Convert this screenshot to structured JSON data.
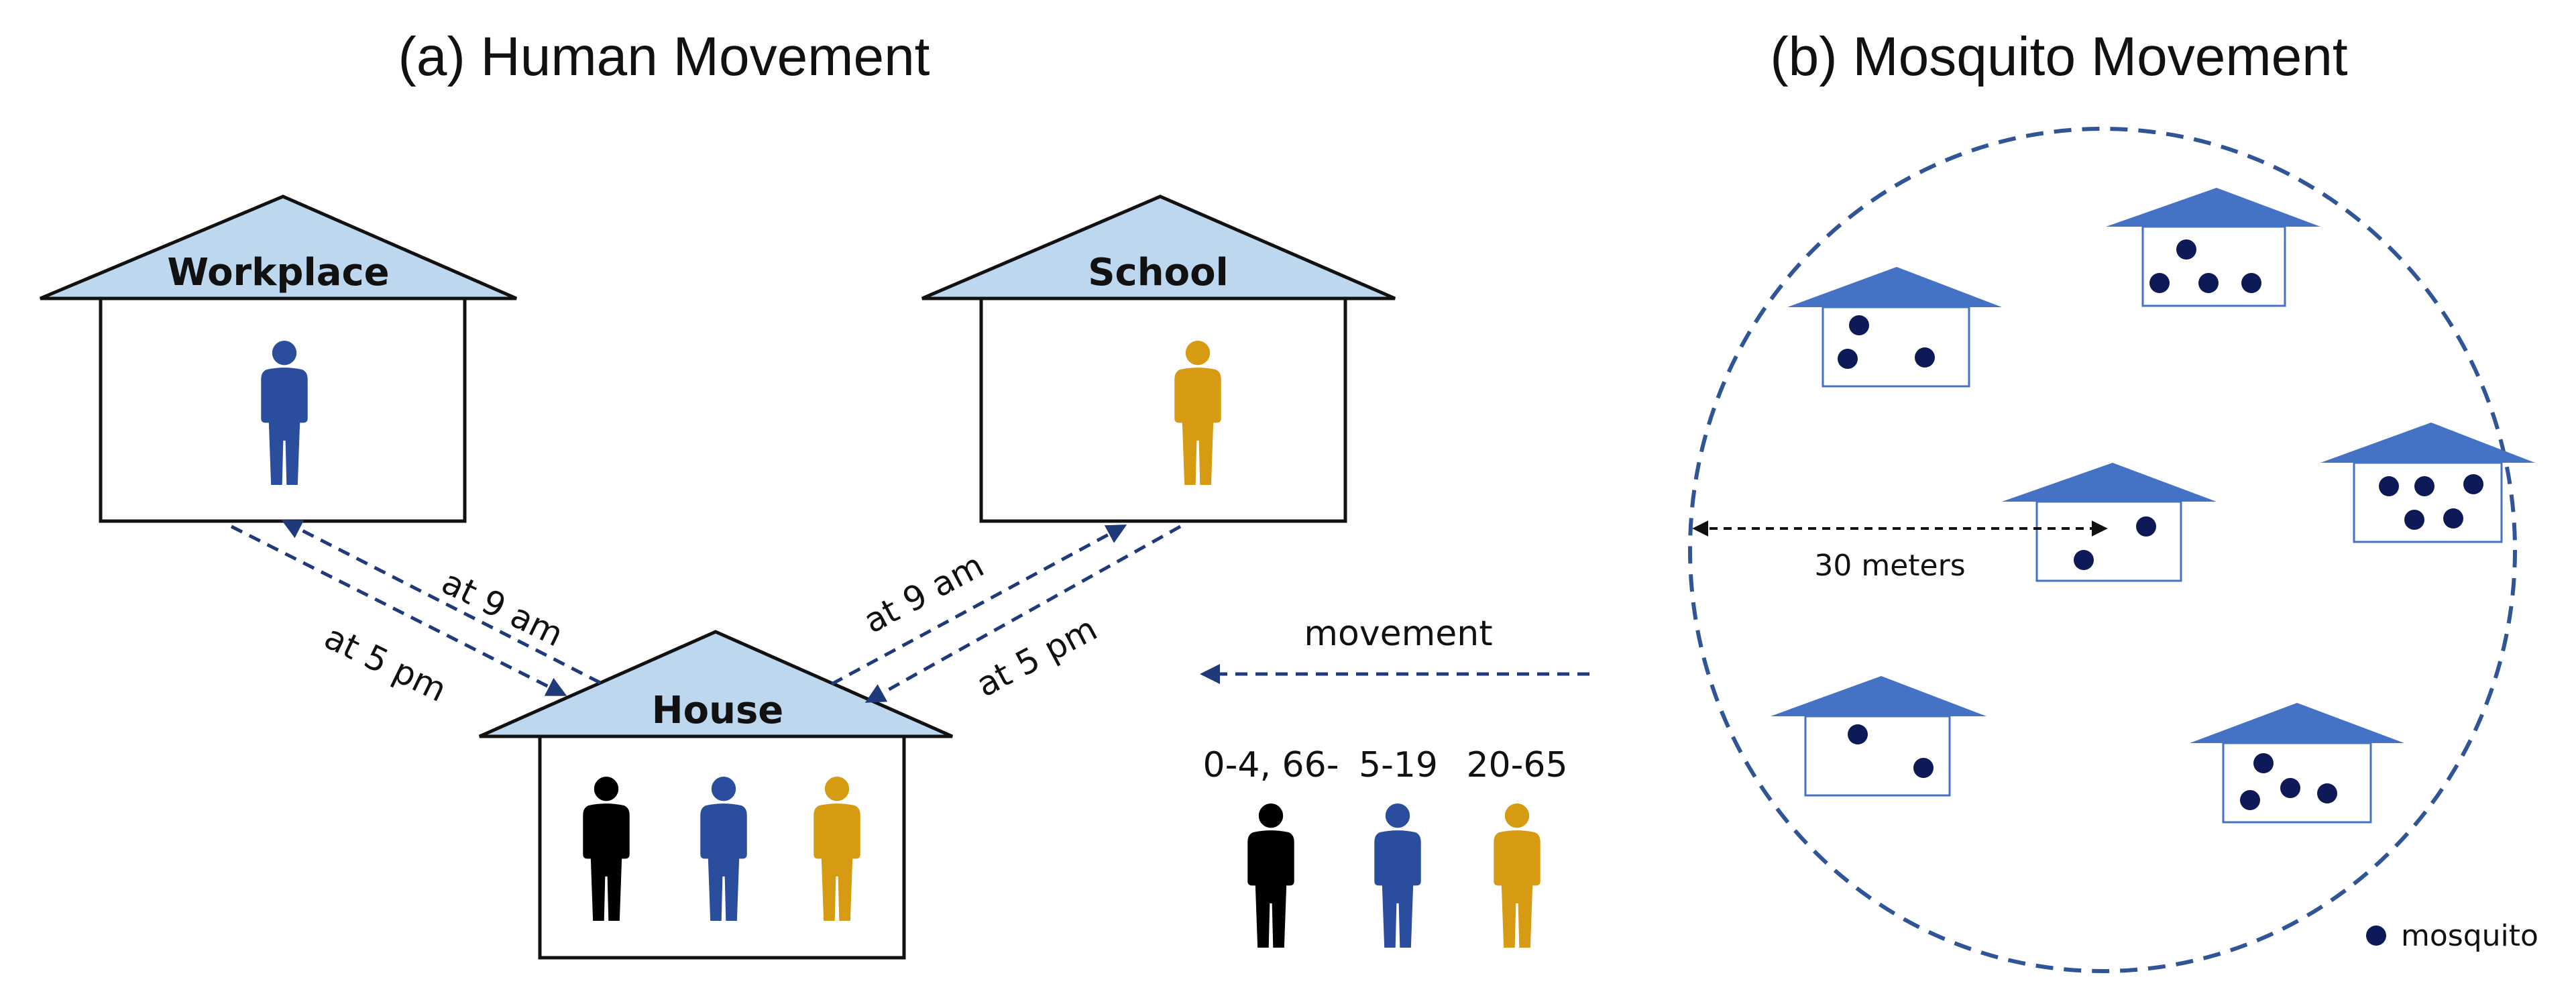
{
  "panel_a": {
    "title": "(a) Human Movement",
    "buildings": {
      "workplace": "Workplace",
      "school": "School",
      "house": "House"
    },
    "arrow_labels": {
      "workplace_to_house": "at 5 pm",
      "house_to_workplace": "at 9 am",
      "house_to_school": "at 9 am",
      "school_to_house": "at 5 pm"
    },
    "legend": {
      "movement": "movement",
      "age_groups": [
        "0-4, 66-",
        "5-19",
        "20-65"
      ]
    }
  },
  "panel_b": {
    "title": "(b) Mosquito Movement",
    "radius_label": "30 meters",
    "legend_mosquito": "mosquito"
  },
  "colors": {
    "black_person": "#000000",
    "blue_person": "#2B4D9E",
    "gold_person": "#D79A13",
    "roof_light": "#BDD7EE",
    "roof_dark": "#4472C4",
    "arrow": "#1F3A7A",
    "mosquito": "#0D1A57"
  }
}
